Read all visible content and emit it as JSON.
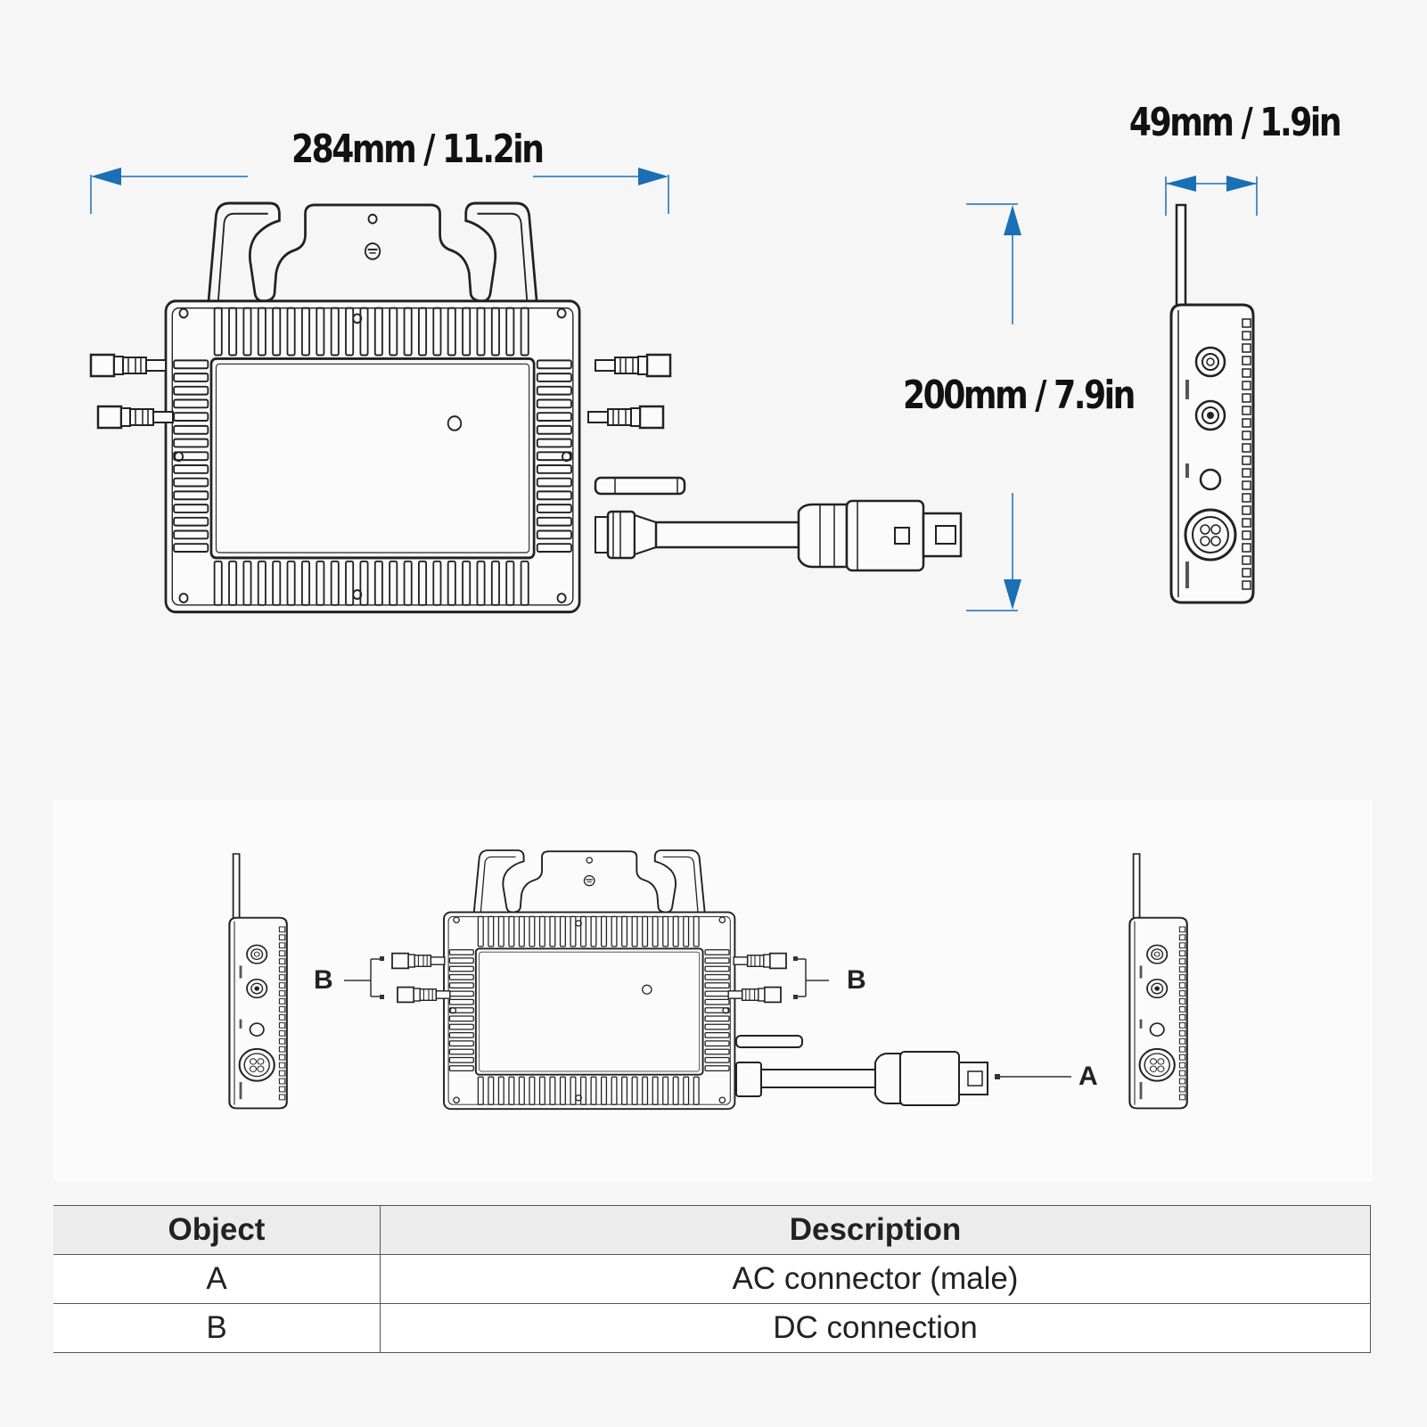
{
  "dimensions": {
    "width_label": "284mm / 11.2in",
    "height_label": "200mm / 7.9in",
    "depth_label": "49mm / 1.9in",
    "arrow_color": "#1a6fb5"
  },
  "callouts": {
    "left_dc": "B",
    "right_dc": "B",
    "ac": "A"
  },
  "table": {
    "headers": [
      "Object",
      "Description"
    ],
    "rows": [
      {
        "object": "A",
        "description": "AC connector (male)"
      },
      {
        "object": "B",
        "description": "DC connection"
      }
    ]
  }
}
